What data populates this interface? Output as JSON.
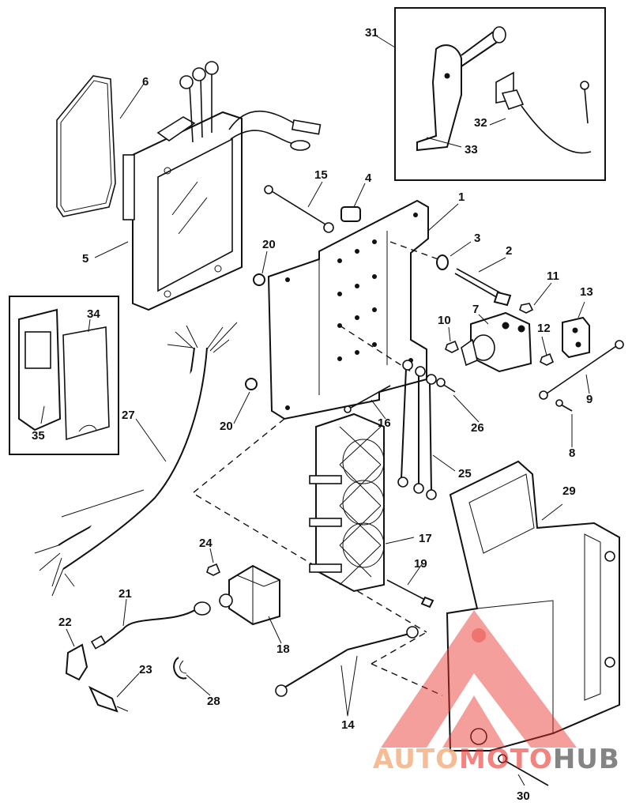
{
  "callouts": [
    {
      "id": "c1",
      "label": "1"
    },
    {
      "id": "c2",
      "label": "2"
    },
    {
      "id": "c3",
      "label": "3"
    },
    {
      "id": "c4",
      "label": "4"
    },
    {
      "id": "c5",
      "label": "5"
    },
    {
      "id": "c6",
      "label": "6"
    },
    {
      "id": "c7",
      "label": "7"
    },
    {
      "id": "c8",
      "label": "8"
    },
    {
      "id": "c9",
      "label": "9"
    },
    {
      "id": "c10",
      "label": "10"
    },
    {
      "id": "c11",
      "label": "11"
    },
    {
      "id": "c12",
      "label": "12"
    },
    {
      "id": "c13",
      "label": "13"
    },
    {
      "id": "c14",
      "label": "14"
    },
    {
      "id": "c15",
      "label": "15"
    },
    {
      "id": "c16",
      "label": "16"
    },
    {
      "id": "c17",
      "label": "17"
    },
    {
      "id": "c18",
      "label": "18"
    },
    {
      "id": "c19",
      "label": "19"
    },
    {
      "id": "c20a",
      "label": "20"
    },
    {
      "id": "c20b",
      "label": "20"
    },
    {
      "id": "c21",
      "label": "21"
    },
    {
      "id": "c22",
      "label": "22"
    },
    {
      "id": "c23",
      "label": "23"
    },
    {
      "id": "c24",
      "label": "24"
    },
    {
      "id": "c25",
      "label": "25"
    },
    {
      "id": "c26",
      "label": "26"
    },
    {
      "id": "c27",
      "label": "27"
    },
    {
      "id": "c28",
      "label": "28"
    },
    {
      "id": "c29",
      "label": "29"
    },
    {
      "id": "c30",
      "label": "30"
    },
    {
      "id": "c31",
      "label": "31"
    },
    {
      "id": "c32",
      "label": "32"
    },
    {
      "id": "c33",
      "label": "33"
    },
    {
      "id": "c34",
      "label": "34"
    },
    {
      "id": "c35",
      "label": "35"
    }
  ],
  "watermark": {
    "part1": "AUTO",
    "part2": "MOTO",
    "part3": "HUB",
    "color_orange": "#f4b183",
    "color_red": "#e8322c",
    "color_gray": "#6f6f6f"
  }
}
